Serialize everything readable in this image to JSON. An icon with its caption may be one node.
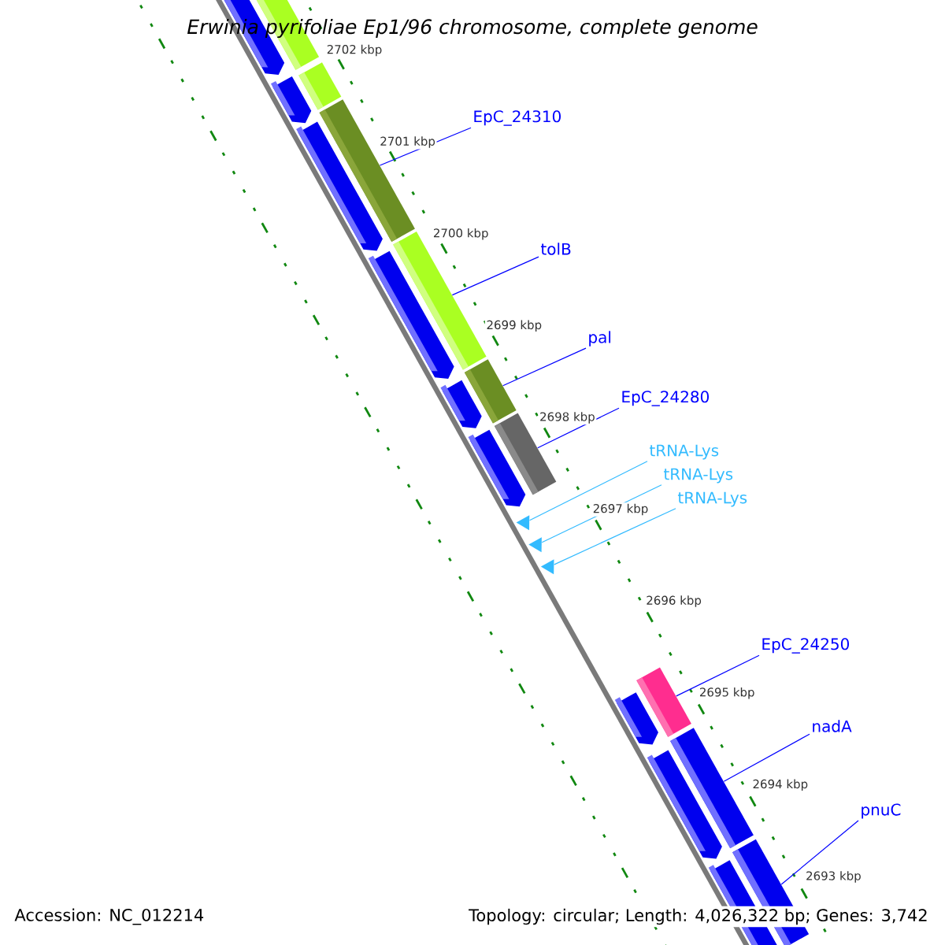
{
  "diagram": {
    "title": "Erwinia pyrifoliae Ep1/96 chromosome, complete genome",
    "nodes": [
      {
        "text": [
          "EpC_24310"
        ]
      },
      {
        "text": [
          "tolB"
        ]
      },
      {
        "text": [
          "pal"
        ]
      },
      {
        "text": [
          "EpC_24280"
        ]
      },
      {
        "text": [
          "tRNA-Lys"
        ]
      },
      {
        "text": [
          "tRNA-Lys"
        ]
      },
      {
        "text": [
          "tRNA-Lys"
        ]
      },
      {
        "text": [
          "EpC_24250"
        ]
      },
      {
        "text": [
          "nadA"
        ]
      },
      {
        "text": [
          "pnuC"
        ]
      },
      {
        "text": [],
        "shape": "arrow"
      },
      {
        "text": [],
        "shape": "bar"
      },
      {
        "text": [],
        "shape": "arrow"
      },
      {
        "text": [],
        "shape": "bar"
      },
      {
        "text": [],
        "shape": "bar"
      },
      {
        "text": [],
        "shape": "arrow"
      },
      {
        "text": [],
        "shape": "arrow"
      },
      {
        "text": [],
        "shape": "bar"
      },
      {
        "text": [],
        "shape": "bar"
      },
      {
        "text": [],
        "shape": "arrow"
      },
      {
        "text": [],
        "shape": "arrow"
      },
      {
        "text": [],
        "shape": "bar"
      },
      {
        "text": [],
        "shape": "triangle"
      },
      {
        "text": [],
        "shape": "triangle"
      },
      {
        "text": [],
        "shape": "triangle"
      },
      {
        "text": [],
        "shape": "bar"
      },
      {
        "text": [],
        "shape": "arrow"
      },
      {
        "text": [],
        "shape": "bar"
      },
      {
        "text": [],
        "shape": "arrow"
      },
      {
        "text": [],
        "shape": "bar"
      },
      {
        "text": [],
        "shape": "arrow"
      }
    ],
    "edges": [
      {
        "from": 0,
        "to": 14,
        "arrow": "none"
      },
      {
        "from": 1,
        "to": 17,
        "arrow": "none"
      },
      {
        "from": 2,
        "to": 18,
        "arrow": "none"
      },
      {
        "from": 3,
        "to": 21,
        "arrow": "none"
      },
      {
        "from": 4,
        "to": 22,
        "arrow": "none",
        "color": "#33bbff"
      },
      {
        "from": 5,
        "to": 23,
        "arrow": "none",
        "color": "#33bbff"
      },
      {
        "from": 6,
        "to": 24,
        "arrow": "none",
        "color": "#33bbff"
      },
      {
        "from": 7,
        "to": 25,
        "arrow": "none"
      },
      {
        "from": 8,
        "to": 27,
        "arrow": "none"
      },
      {
        "from": 9,
        "to": 29,
        "arrow": "none"
      }
    ],
    "labels": [
      "2702 kbp",
      "2701 kbp",
      "2700 kbp",
      "2699 kbp",
      "2698 kbp",
      "2697 kbp",
      "2696 kbp",
      "2695 kbp",
      "2694 kbp",
      "2693 kbp",
      "Accession: NC_012214",
      "Topology: circular; Length: 4,026,322 bp; Genes: 3,742"
    ]
  }
}
